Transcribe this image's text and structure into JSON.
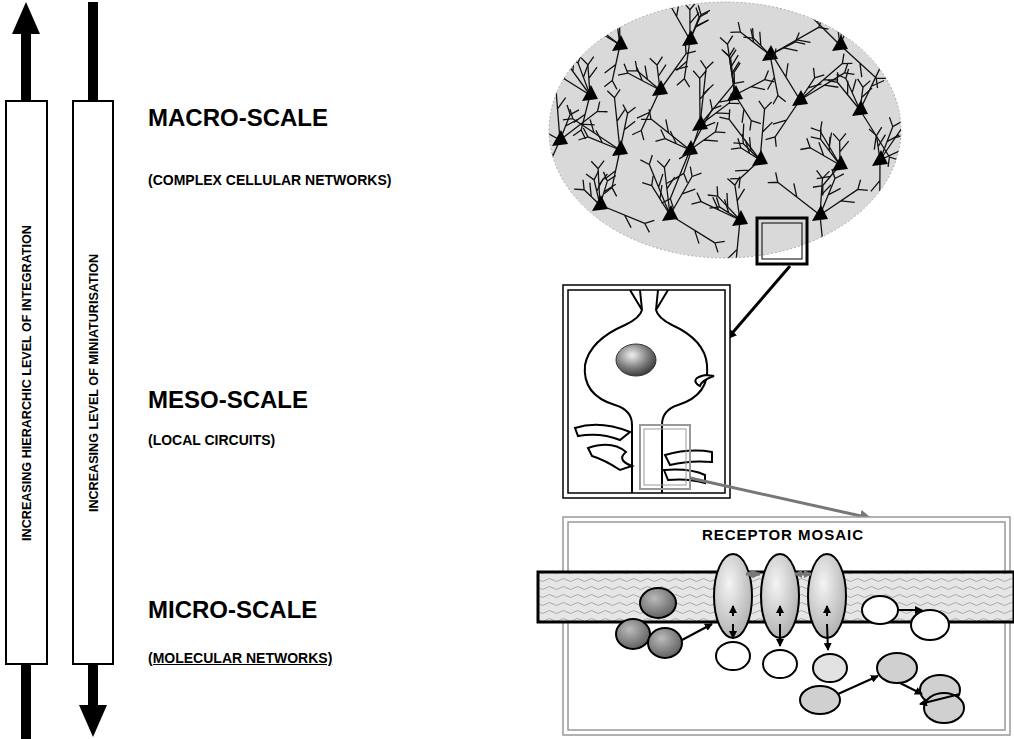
{
  "diagram": {
    "nodes": [
      {
        "text": [
          "INCREASING HIERARCHIC LEVEL OF INTEGRATION"
        ]
      },
      {
        "text": [
          "INCREASING LEVEL OF MINIATURISATION"
        ]
      },
      {
        "text": [
          "RECEPTOR MOSAIC"
        ]
      }
    ],
    "labels": [
      "MACRO-SCALE",
      "(COMPLEX CELLULAR NETWORKS)",
      "MESO-SCALE",
      "(LOCAL CIRCUITS)",
      "MICRO-SCALE",
      "(MOLECULAR NETWORKS)"
    ]
  }
}
